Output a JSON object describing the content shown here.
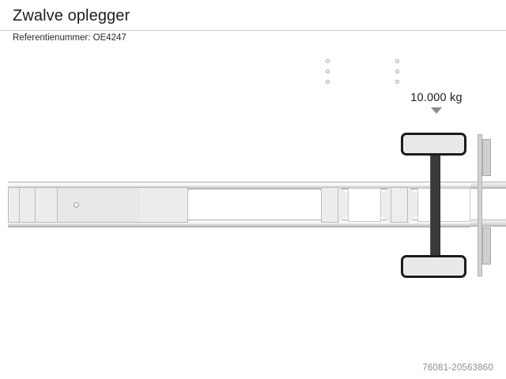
{
  "header": {
    "title": "Zwalve oplegger",
    "reference": "Referentienummer: OE4247"
  },
  "diagram": {
    "weight_label": "10.000 kg",
    "weight_arrow_icon": "triangle-down-icon",
    "kingpin_icon": "kingpin-circle-icon",
    "axle_icon": "axle-icon",
    "tire_top_icon": "tire-icon",
    "tire_bottom_icon": "tire-icon",
    "rear_post_icon": "rear-post-icon"
  },
  "footer": {
    "watermark": "76081-20563860"
  },
  "colors": {
    "background": "#ffffff",
    "title_text": "#1d1d1d",
    "rule": "#c9c9c9",
    "frame_fill": "#ededed",
    "frame_stroke": "#bababa",
    "axle_dark": "#3a3a3a",
    "tire_stroke": "#1c1c1c",
    "arrow": "#8a8a8a",
    "watermark_text": "#8d8d8d"
  }
}
